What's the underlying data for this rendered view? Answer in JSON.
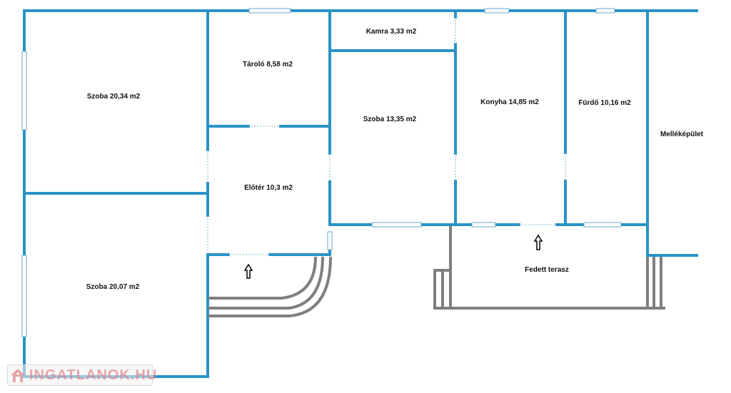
{
  "plan": {
    "rooms": [
      {
        "id": "szoba-1",
        "label": "Szoba 20,34 m2"
      },
      {
        "id": "taroló",
        "label": "Tároló 8,58 m2"
      },
      {
        "id": "kamra",
        "label": "Kamra 3,33 m2"
      },
      {
        "id": "szoba-3",
        "label": "Szoba 13,35 m2"
      },
      {
        "id": "konyha",
        "label": "Konyha 14,85 m2"
      },
      {
        "id": "furdo",
        "label": "Fürdő 10,16 m2"
      },
      {
        "id": "melleképület",
        "label": "Melléképület"
      },
      {
        "id": "eloter",
        "label": "Előtér 10,3 m2"
      },
      {
        "id": "szoba-2",
        "label": "Szoba 20,07 m2"
      },
      {
        "id": "terasz",
        "label": "Fedett terasz"
      }
    ],
    "entrances": [
      "entrance-arrow-eloter",
      "entrance-arrow-terasz"
    ]
  },
  "watermark": {
    "text": "INGATLANOK.HU"
  },
  "colors": {
    "wall": "#2a93c6",
    "stairs": "#7f7f7f",
    "label": "#111111",
    "watermark": "#de828c"
  }
}
